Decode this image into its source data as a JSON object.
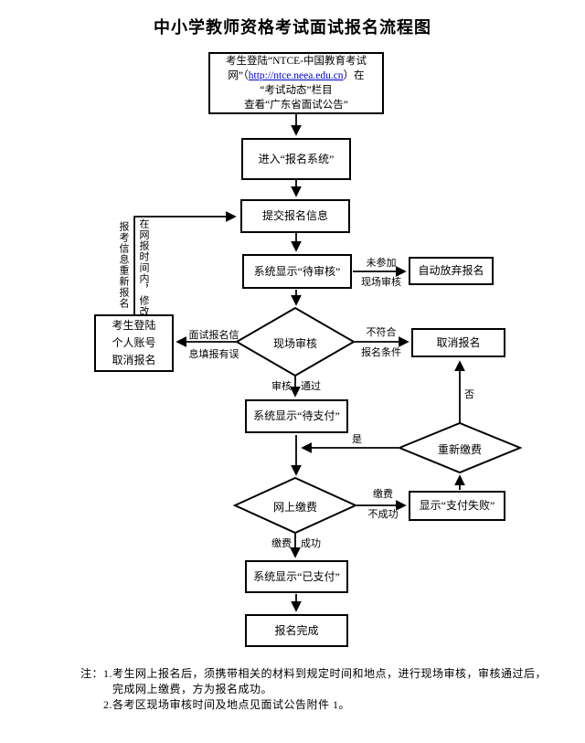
{
  "title": "中小学教师资格考试面试报名流程图",
  "nodes": {
    "start": {
      "line1": "考生登陆“NTCE-中国教育考试",
      "line2_pre": "网”（",
      "link_url": "http://ntce.neea.edu.cn",
      "line2_post": "）在",
      "line3": "“考试动态”栏目",
      "line4": "查看“广东省面试公告”"
    },
    "enter_system": "进入“报名系统”",
    "submit_info": "提交报名信息",
    "pending_review": "系统显示“待审核”",
    "auto_abandon": "自动放弃报名",
    "onsite_review": "现场审核",
    "cancel_account": {
      "line1": "考生登陆",
      "line2": "个人账号",
      "line3": "取消报名"
    },
    "cancel_registration": "取消报名",
    "pending_payment": "系统显示“待支付”",
    "repay": "重新缴费",
    "online_payment": "网上缴费",
    "payment_failed": "显示“支付失败”",
    "paid": "系统显示“已支付”",
    "complete": "报名完成"
  },
  "edge_labels": {
    "no_onsite_line1": "未参加",
    "no_onsite_line2": "现场审核",
    "not_qualified_line1": "不符合",
    "not_qualified_line2": "报名条件",
    "wrong_info_line1": "面试报名信",
    "wrong_info_line2": "息填报有误",
    "review_pass_left": "审核",
    "review_pass_right": "通过",
    "yes": "是",
    "no": "否",
    "pay_fail_line1": "缴费",
    "pay_fail_line2": "不成功",
    "pay_success_left": "缴费",
    "pay_success_right": "成功",
    "modify_vertical_right": "在网报时间内，修改",
    "modify_vertical_left": "报考信息重新报名"
  },
  "notes": {
    "line1": "注：1.考生网上报名后，须携带相关的材料到规定时间和地点，进行现场审核，审核通过后，",
    "line2": "完成网上缴费，方为报名成功。",
    "line3": "2.各考区现场审核时间及地点见面试公告附件 1。"
  },
  "colors": {
    "link": "#0000cc",
    "line": "#000000"
  }
}
